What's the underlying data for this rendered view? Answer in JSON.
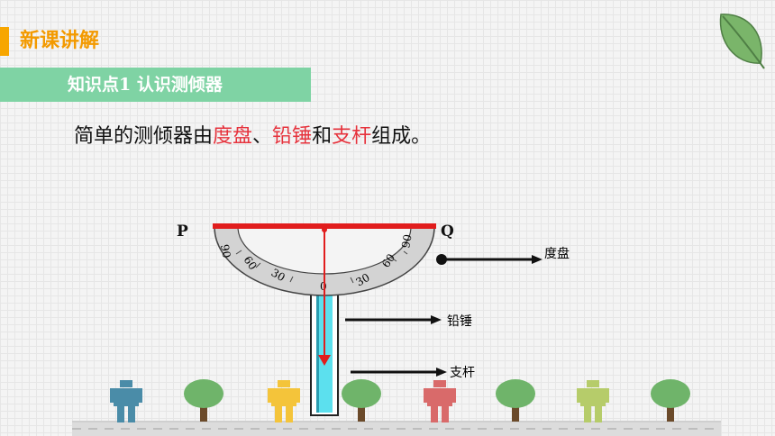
{
  "header": {
    "title": "新课讲解"
  },
  "knowledge_point": {
    "label": "知识点1  认识测倾器"
  },
  "sentence": {
    "part1": "简单的测倾器由",
    "term1": "度盘",
    "sep1": "、",
    "term2": "铅锤",
    "sep2": "和",
    "term3": "支杆",
    "end": "组成。"
  },
  "diagram": {
    "point_left": "P",
    "point_right": "Q",
    "label_dial": "度盘",
    "label_plumb": "铅锤",
    "label_pole": "支杆",
    "dial_ticks": [
      "90",
      "60",
      "30",
      "0",
      "30",
      "60",
      "90"
    ]
  },
  "colors": {
    "accent_orange": "#f39a00",
    "banner_green": "#7fd3a4",
    "highlight_red": "#e6323c",
    "pole_cyan": "#5ce0ee"
  },
  "icons": [
    "leaf-icon",
    "person-icon",
    "tree-icon"
  ]
}
